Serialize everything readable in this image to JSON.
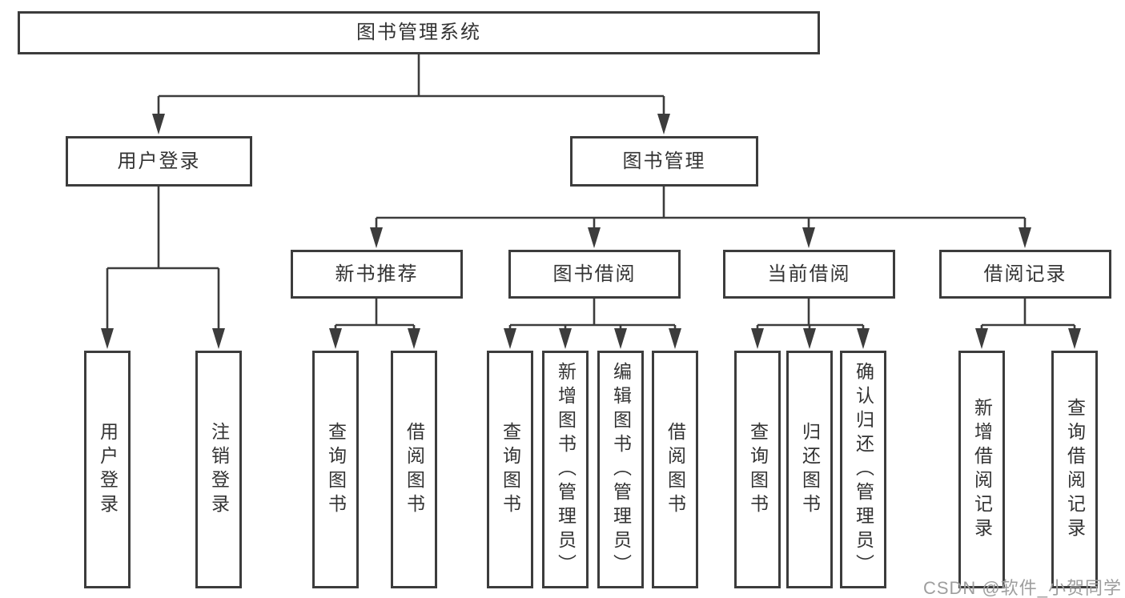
{
  "diagram": {
    "title": "图书管理系统",
    "level2": [
      {
        "label": "用户登录",
        "children": [
          "用户登录",
          "注销登录"
        ]
      },
      {
        "label": "图书管理",
        "sections": [
          {
            "label": "新书推荐",
            "children": [
              "查询图书",
              "借阅图书"
            ]
          },
          {
            "label": "图书借阅",
            "children": [
              "查询图书",
              "新增图书（管理员）",
              "编辑图书（管理员）",
              "借阅图书"
            ]
          },
          {
            "label": "当前借阅",
            "children": [
              "查询图书",
              "归还图书",
              "确认归还（管理员）"
            ]
          },
          {
            "label": "借阅记录",
            "children": [
              "新增借阅记录",
              "查询借阅记录"
            ]
          }
        ]
      }
    ]
  },
  "watermark": {
    "text": "CSDN @软件_小贺同学"
  },
  "colors": {
    "line": "#3c3c3c",
    "node_border": "#3c3c3c",
    "node_fill": "#ffffff",
    "text": "#333333",
    "watermark": "#9e9e9e",
    "background": "#ffffff"
  }
}
